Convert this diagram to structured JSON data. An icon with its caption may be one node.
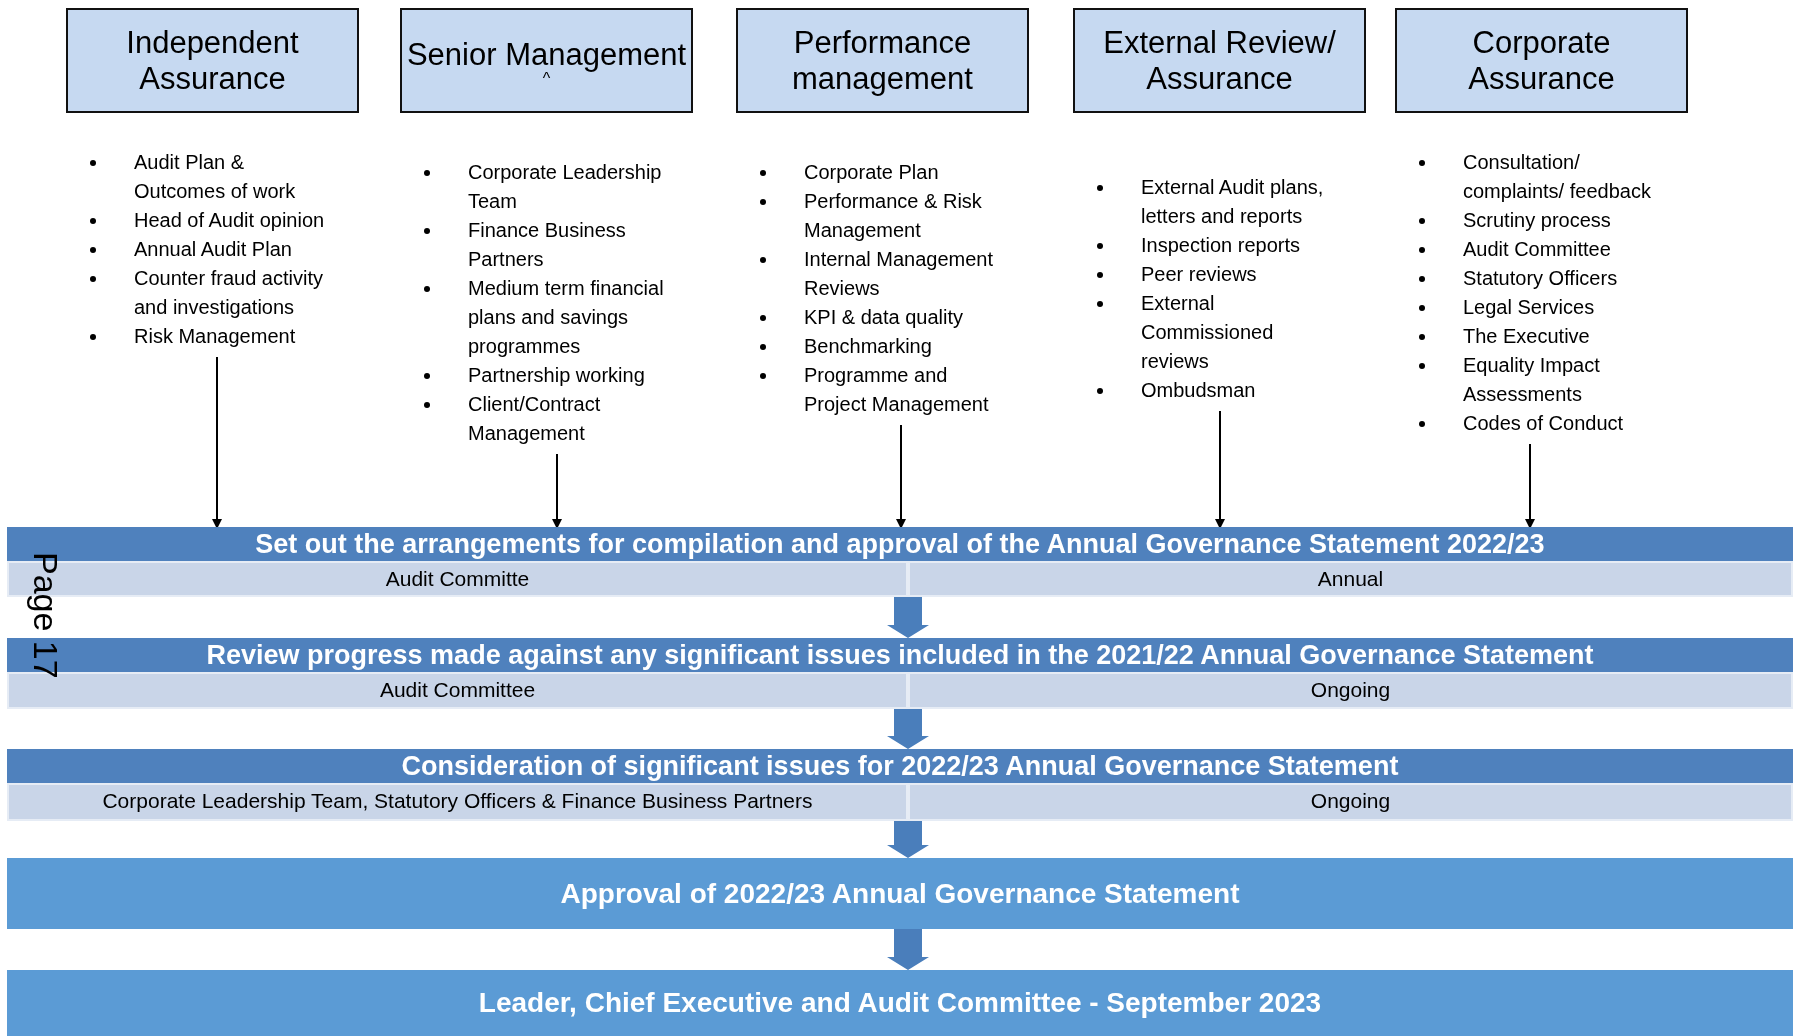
{
  "diagram": {
    "nodes": [
      {
        "text": [
          "Independent Assurance"
        ]
      },
      {
        "text": [
          "Senior Management",
          "^"
        ]
      },
      {
        "text": [
          "Performance management"
        ]
      },
      {
        "text": [
          "External Review/ Assurance"
        ]
      },
      {
        "text": [
          "Corporate Assurance"
        ]
      },
      {
        "text": [
          "Audit Plan & Outcomes of work",
          "Head of Audit opinion",
          "Annual Audit Plan",
          "Counter fraud activity and investigations",
          "Risk Management"
        ]
      },
      {
        "text": [
          "Corporate Leadership Team",
          "Finance Business Partners",
          "Medium term financial plans and savings programmes",
          "Partnership working",
          "Client/Contract Management"
        ]
      },
      {
        "text": [
          "Corporate Plan",
          "Performance & Risk Management",
          "Internal Management Reviews",
          "KPI & data quality",
          "Benchmarking",
          "Programme and Project Management"
        ]
      },
      {
        "text": [
          "External Audit plans, letters and reports",
          "Inspection reports",
          "Peer reviews",
          "External Commissioned reviews",
          "Ombudsman"
        ]
      },
      {
        "text": [
          "Consultation/ complaints/ feedback",
          "Scrutiny process",
          "Audit Committee",
          "Statutory Officers",
          "Legal Services",
          "The Executive",
          "Equality Impact Assessments",
          "Codes of Conduct"
        ]
      },
      {
        "text": [
          "Set out the arrangements for compilation and approval of the Annual Governance Statement 2022/23"
        ]
      },
      {
        "text": [
          "Audit Committe"
        ],
        "in": 10
      },
      {
        "text": [
          "Annual"
        ],
        "in": 10
      },
      {
        "text": [
          "Review progress made against any significant issues included in the 2021/22 Annual Governance Statement"
        ]
      },
      {
        "text": [
          "Audit Committee"
        ],
        "in": 13
      },
      {
        "text": [
          "Ongoing"
        ],
        "in": 13
      },
      {
        "text": [
          "Consideration of significant issues for 2022/23 Annual Governance Statement"
        ]
      },
      {
        "text": [
          "Corporate Leadership Team, Statutory Officers & Finance Business Partners"
        ],
        "in": 16
      },
      {
        "text": [
          "Ongoing"
        ],
        "in": 16
      },
      {
        "text": [
          "Approval of 2022/23 Annual Governance Statement"
        ]
      },
      {
        "text": [
          "Leader, Chief Executive and Audit Committee - September 2023"
        ]
      }
    ],
    "edges": [
      {
        "from": 5,
        "to": 10,
        "arrow": "to"
      },
      {
        "from": 6,
        "to": 10,
        "arrow": "to"
      },
      {
        "from": 7,
        "to": 10,
        "arrow": "to"
      },
      {
        "from": 8,
        "to": 10,
        "arrow": "to"
      },
      {
        "from": 9,
        "to": 10,
        "arrow": "to"
      },
      {
        "from": 10,
        "to": 13,
        "arrow": "to",
        "style": "thick",
        "color": "#4a7ebb"
      },
      {
        "from": 13,
        "to": 16,
        "arrow": "to",
        "style": "thick",
        "color": "#4a7ebb"
      },
      {
        "from": 16,
        "to": 19,
        "arrow": "to",
        "style": "thick",
        "color": "#4a7ebb"
      },
      {
        "from": 19,
        "to": 20,
        "arrow": "to",
        "style": "thick",
        "color": "#4a7ebb"
      }
    ],
    "labels": [
      "Page 17"
    ]
  }
}
